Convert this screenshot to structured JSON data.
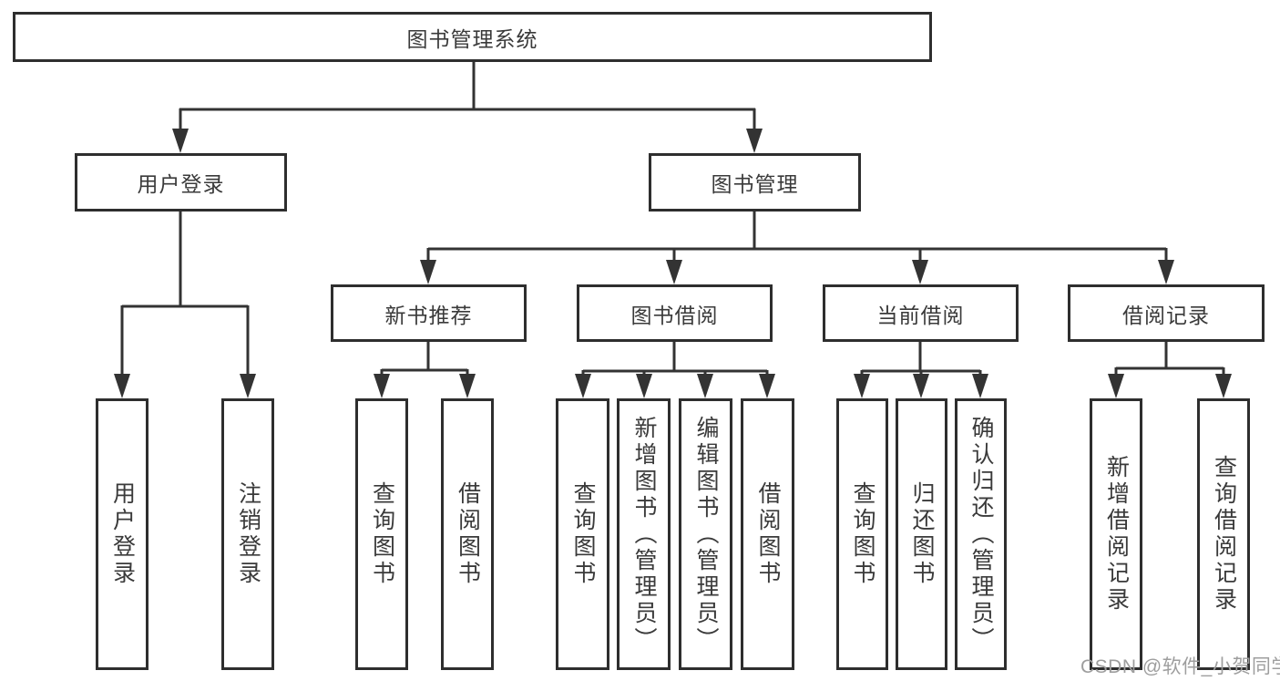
{
  "tree": {
    "root": "图书管理系统",
    "branches": [
      {
        "label": "用户登录",
        "leaves": [
          "用户登录",
          "注销登录"
        ]
      },
      {
        "label": "图书管理",
        "groups": [
          {
            "label": "新书推荐",
            "leaves": [
              "查询图书",
              "借阅图书"
            ]
          },
          {
            "label": "图书借阅",
            "leaves": [
              "查询图书",
              "新增图书（管理员）",
              "编辑图书（管理员）",
              "借阅图书"
            ]
          },
          {
            "label": "当前借阅",
            "leaves": [
              "查询图书",
              "归还图书",
              "确认归还（管理员）"
            ]
          },
          {
            "label": "借阅记录",
            "leaves": [
              "新增借阅记录",
              "查询借阅记录"
            ]
          }
        ]
      }
    ]
  },
  "watermark": "CSDN @软件_小贺同学",
  "colors": {
    "line": "#333333",
    "box_border": "#2e2e2e",
    "text": "#3a3a3a",
    "watermark": "#9e9e9e",
    "background": "#ffffff"
  }
}
